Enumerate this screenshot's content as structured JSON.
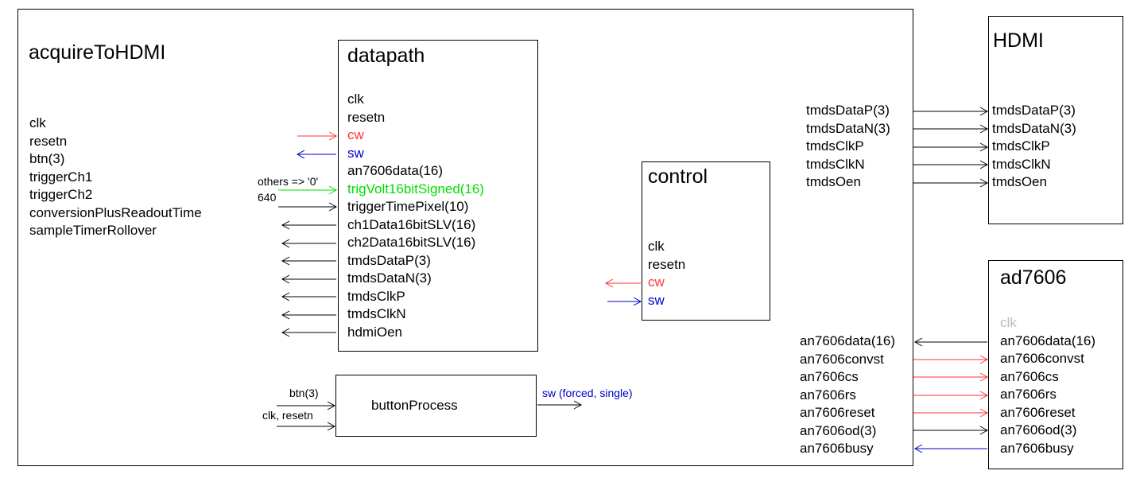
{
  "colors": {
    "red": "#ff3333",
    "blue": "#0000cc",
    "green": "#00dd00",
    "gray": "#bbbbbb",
    "black": "#000000"
  },
  "acquire": {
    "title": "acquireToHDMI",
    "ports": [
      "clk",
      "resetn",
      "btn(3)",
      "triggerCh1",
      "triggerCh2",
      "conversionPlusReadoutTime",
      "sampleTimerRollover"
    ]
  },
  "datapath": {
    "title": "datapath",
    "ports": [
      {
        "label": "clk",
        "color": "black"
      },
      {
        "label": "resetn",
        "color": "black"
      },
      {
        "label": "cw",
        "color": "red"
      },
      {
        "label": "sw",
        "color": "blue"
      },
      {
        "label": "an7606data(16)",
        "color": "black"
      },
      {
        "label": "trigVolt16bitSigned(16)",
        "color": "green"
      },
      {
        "label": "triggerTimePixel(10)",
        "color": "black"
      },
      {
        "label": "ch1Data16bitSLV(16)",
        "color": "black"
      },
      {
        "label": "ch2Data16bitSLV(16)",
        "color": "black"
      },
      {
        "label": "tmdsDataP(3)",
        "color": "black"
      },
      {
        "label": "tmdsDataN(3)",
        "color": "black"
      },
      {
        "label": "tmdsClkP",
        "color": "black"
      },
      {
        "label": "tmdsClkN",
        "color": "black"
      },
      {
        "label": "hdmiOen",
        "color": "black"
      }
    ],
    "note_others": "others => '0'",
    "note_640": "640"
  },
  "control": {
    "title": "control",
    "ports": [
      {
        "label": "clk",
        "color": "black"
      },
      {
        "label": "resetn",
        "color": "black"
      },
      {
        "label": "cw",
        "color": "red"
      },
      {
        "label": "sw",
        "color": "blue"
      }
    ]
  },
  "button": {
    "title": "buttonProcess",
    "in_btn": "btn(3)",
    "in_clk": "clk, resetn",
    "out_label": "sw (forced, single)"
  },
  "hdmi": {
    "title": "HDMI",
    "ports": [
      "tmdsDataP(3)",
      "tmdsDataN(3)",
      "tmdsClkP",
      "tmdsClkN",
      "tmdsOen"
    ],
    "outer_labels": [
      "tmdsDataP(3)",
      "tmdsDataN(3)",
      "tmdsClkP",
      "tmdsClkN",
      "tmdsOen"
    ]
  },
  "ad7606": {
    "title": "ad7606",
    "ports": [
      {
        "label": "clk",
        "color": "gray"
      },
      {
        "label": "an7606data(16)",
        "color": "black"
      },
      {
        "label": "an7606convst",
        "color": "black"
      },
      {
        "label": "an7606cs",
        "color": "black"
      },
      {
        "label": "an7606rs",
        "color": "black"
      },
      {
        "label": "an7606reset",
        "color": "black"
      },
      {
        "label": "an7606od(3)",
        "color": "black"
      },
      {
        "label": "an7606busy",
        "color": "black"
      }
    ],
    "outer_labels": [
      "an7606data(16)",
      "an7606convst",
      "an7606cs",
      "an7606rs",
      "an7606reset",
      "an7606od(3)",
      "an7606busy"
    ]
  }
}
